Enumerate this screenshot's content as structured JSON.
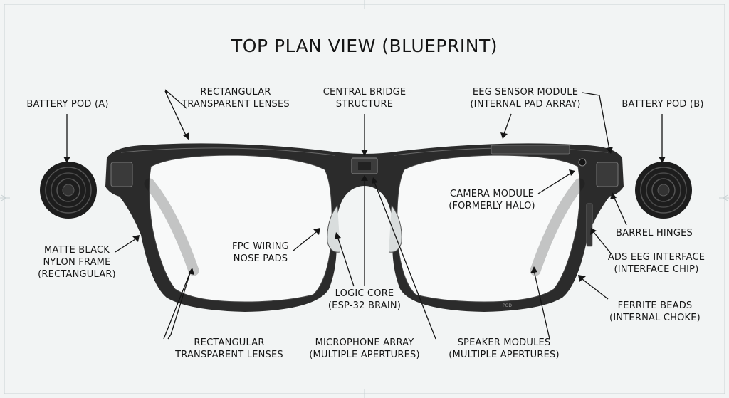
{
  "title": "TOP PLAN VIEW (BLUEPRINT)",
  "labels": {
    "battery_a": [
      "BATTERY POD (A)"
    ],
    "lenses_top": [
      "RECTANGULAR",
      "TRANSPARENT LENSES"
    ],
    "bridge": [
      "CENTRAL BRIDGE",
      "STRUCTURE"
    ],
    "eeg_module": [
      "EEG SENSOR MODULE",
      "(INTERNAL PAD ARRAY)"
    ],
    "battery_b": [
      "BATTERY POD (B)"
    ],
    "camera": [
      "CAMERA MODULE",
      "(FORMERLY HALO)"
    ],
    "hinges": [
      "BARREL HINGES"
    ],
    "ads_eeg": [
      "ADS EEG INTERFACE",
      "(INTERFACE CHIP)"
    ],
    "frame": [
      "MATTE BLACK",
      "NYLON FRAME",
      "(RECTANGULAR)"
    ],
    "fpc": [
      "FPC WIRING",
      "NOSE PADS"
    ],
    "logic": [
      "LOGIC CORE",
      "(ESP-32 BRAIN)"
    ],
    "ferrite": [
      "FERRITE BEADS",
      "(INTERNAL CHOKE)"
    ],
    "lenses_bottom": [
      "RECTANGULAR",
      "TRANSPARENT LENSES"
    ],
    "mic": [
      "MICROPHONE ARRAY",
      "(MULTIPLE APERTURES)"
    ],
    "speaker": [
      "SPEAKER MODULES",
      "(MULTIPLE APERTURES)"
    ]
  },
  "frame_print": "POD",
  "colors": {
    "ink": "#151515",
    "frame": "#2b2b2b",
    "background": "#f2f4f4",
    "grid": "#c9d2d4"
  }
}
